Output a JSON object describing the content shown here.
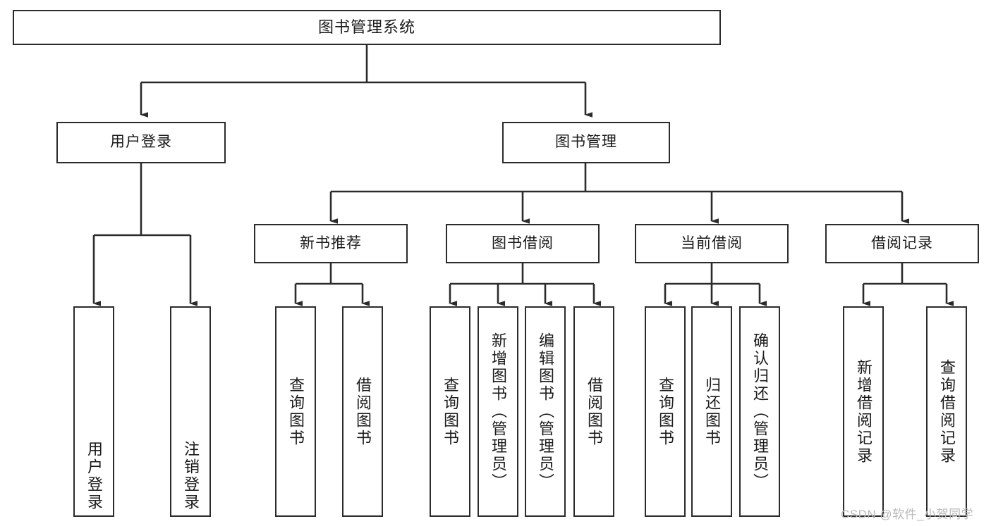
{
  "diagram": {
    "type": "hierarchy-tree",
    "title": "图书管理系统",
    "levels": {
      "root": {
        "label": "图书管理系统"
      },
      "level2": [
        {
          "id": "user-login",
          "label": "用户登录"
        },
        {
          "id": "book-management",
          "label": "图书管理"
        }
      ],
      "level3": [
        {
          "id": "new-book-recommend",
          "label": "新书推荐"
        },
        {
          "id": "book-borrow",
          "label": "图书借阅"
        },
        {
          "id": "current-borrow",
          "label": "当前借阅"
        },
        {
          "id": "borrow-record",
          "label": "借阅记录"
        }
      ],
      "leaves": {
        "user_login": [
          {
            "id": "leaf-user-login",
            "label": "用户登录"
          },
          {
            "id": "leaf-logout-login",
            "label": "注销登录"
          }
        ],
        "new_book_recommend": [
          {
            "id": "leaf-query-book-1",
            "label": "查询图书"
          },
          {
            "id": "leaf-borrow-book-1",
            "label": "借阅图书"
          }
        ],
        "book_borrow": [
          {
            "id": "leaf-query-book-2",
            "label": "查询图书"
          },
          {
            "id": "leaf-add-book",
            "label": "新增图书（管理员）"
          },
          {
            "id": "leaf-edit-book",
            "label": "编辑图书（管理员）"
          },
          {
            "id": "leaf-borrow-book-2",
            "label": "借阅图书"
          }
        ],
        "current_borrow": [
          {
            "id": "leaf-query-book-3",
            "label": "查询图书"
          },
          {
            "id": "leaf-return-book",
            "label": "归还图书"
          },
          {
            "id": "leaf-confirm-return",
            "label": "确认归还（管理员）"
          }
        ],
        "borrow_record": [
          {
            "id": "leaf-add-record",
            "label": "新增借阅记录"
          },
          {
            "id": "leaf-query-record",
            "label": "查询借阅记录"
          }
        ]
      }
    },
    "colors": {
      "stroke": "#2b2b2b",
      "fill": "#ffffff",
      "text": "#1a1a1a",
      "watermark": "#b9b9b9"
    }
  },
  "watermark": {
    "text": "CSDN @软件_小贺同学"
  }
}
